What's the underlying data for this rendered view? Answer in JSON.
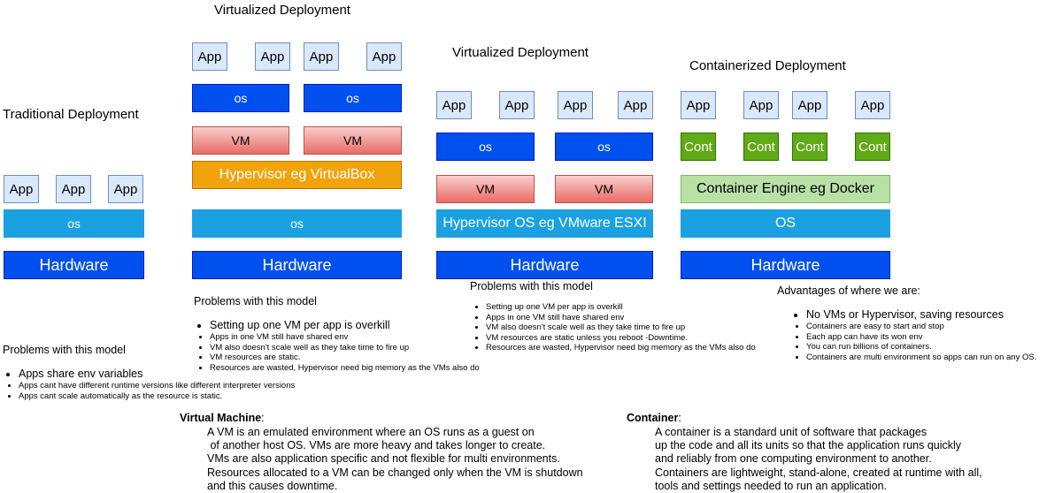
{
  "traditional": {
    "title": "Traditional Deployment",
    "apps": [
      "App",
      "App",
      "App"
    ],
    "os": "os",
    "hardware": "Hardware",
    "problems_title": "Problems with this model",
    "problems": [
      "Apps share env variables",
      "Apps cant have different runtime versions like different interpreter versions",
      "Apps cant scale automatically as the resource is static."
    ]
  },
  "virtualized1": {
    "title": "Virtualized Deployment",
    "apps": [
      "App",
      "App",
      "App",
      "App"
    ],
    "os": [
      "os",
      "os"
    ],
    "vm": [
      "VM",
      "VM"
    ],
    "hypervisor": "Hypervisor eg VirtualBox",
    "host_os": "os",
    "hardware": "Hardware",
    "problems_title": "Problems with this model",
    "problems": [
      "Setting up one VM per app is overkill",
      "Apps in one VM still have shared env",
      "VM also doesn't scale well as they take time to fire up",
      "VM resources are static.",
      "Resources are wasted, Hypervisor need big memory as the VMs also do"
    ]
  },
  "virtualized2": {
    "title": "Virtualized Deployment",
    "apps": [
      "App",
      "App",
      "App",
      "App"
    ],
    "os": [
      "os",
      "os"
    ],
    "vm": [
      "VM",
      "VM"
    ],
    "hypervisor": "Hypervisor OS eg VMware ESXI",
    "hardware": "Hardware",
    "problems_title": "Problems with this model",
    "problems": [
      "Setting up one VM per app is overkill",
      "Apps in one VM still have shared env",
      "VM also doesn't scale well as they take time to fire up",
      "VM resources are static unless you reboot -Downtime.",
      "Resources are wasted, Hypervisor need big memory as the VMs also do"
    ]
  },
  "containerized": {
    "title": "Containerized Deployment",
    "apps": [
      "App",
      "App",
      "App",
      "App"
    ],
    "conts": [
      "Cont",
      "Cont",
      "Cont",
      "Cont"
    ],
    "engine": "Container Engine eg Docker",
    "os": "OS",
    "hardware": "Hardware",
    "advantages_title": "Advantages of where we are:",
    "advantages": [
      "No VMs or Hypervisor, saving resources",
      "Containers are easy to start and stop",
      "Each app can have its won env",
      "You can run billions of containers.",
      "Containers are multi environment so apps can run on any OS."
    ]
  },
  "definitions": {
    "vm_title": "Virtual Machine",
    "vm_colon": ":",
    "vm_text": "A VM is an emulated environment where an OS runs as a guest on\n of another host OS. VMs are more heavy and takes longer to create.\nVMs are also application specific and not flexible for multi environments.\nResources allocated to a VM can be changed only when the VM is shutdown\nand this causes downtime.",
    "container_title": "Container",
    "container_colon": ":",
    "container_text": "A container is a standard unit of software that packages\nup the code and all its units so that the application runs quickly\nand reliably from one computing environment to another.\nContainers are lightweight, stand-alone, created at runtime with all,\ntools and settings needed to run an application."
  }
}
